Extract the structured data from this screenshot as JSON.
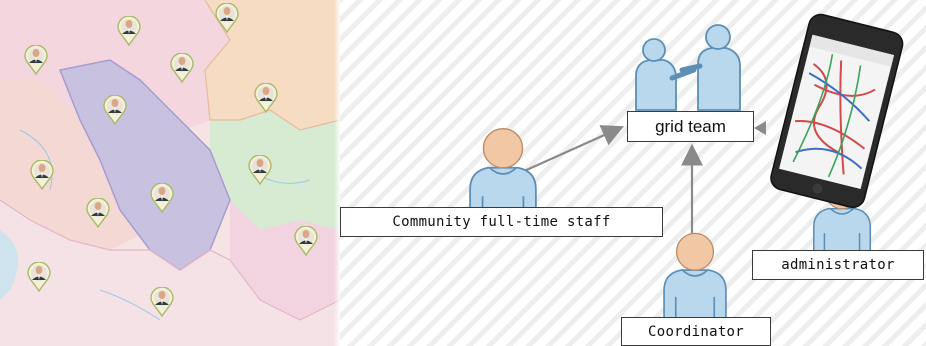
{
  "diagram": {
    "nodes": {
      "grid_team": "grid team",
      "community_staff": "Community full-time staff",
      "administrator": "administrator",
      "coordinator": "Coordinator"
    },
    "edges": [
      {
        "from": "community_staff",
        "to": "grid_team"
      },
      {
        "from": "coordinator",
        "to": "grid_team"
      },
      {
        "from": "administrator",
        "to": "grid_team"
      }
    ]
  },
  "colors": {
    "person_fill": "#b9d8ee",
    "person_stroke": "#5c8fb5",
    "head_fill": "#f2c7a3",
    "arrow": "#8a8a8a",
    "map_purple": "#c8c2e0",
    "map_pink": "#f3d6de",
    "map_green": "#d7ead2",
    "map_orange": "#f6dcc2"
  },
  "icons": [
    "handshake-figures-icon",
    "person-icon",
    "smartphone-map-icon",
    "map-pin-icon"
  ]
}
